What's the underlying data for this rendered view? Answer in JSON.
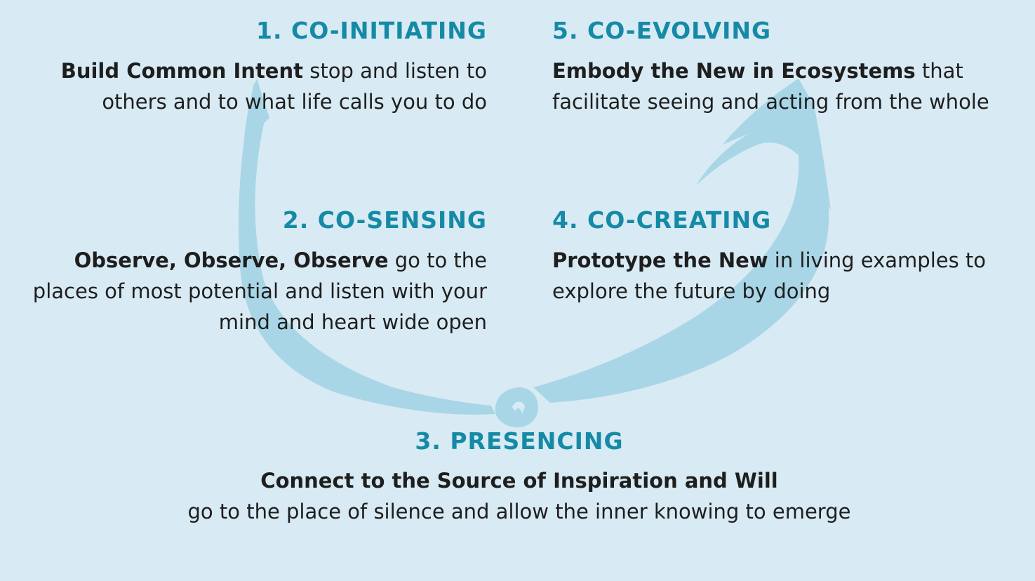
{
  "colors": {
    "background": "#d8eaf3",
    "heading": "#158aa6",
    "body_text": "#1e1e1e",
    "arrow": "#a9d6e6"
  },
  "stages": {
    "co_initiating": {
      "heading": "1. CO-INITIATING",
      "bold": "Build Common Intent",
      "text": " stop and listen to others and to what life calls you to do"
    },
    "co_sensing": {
      "heading": "2. CO-SENSING",
      "bold": "Observe, Observe, Observe",
      "text": " go to the places of most potential and listen with your mind and heart wide open"
    },
    "presencing": {
      "heading": "3. PRESENCING",
      "bold": "Connect to the Source of Inspiration and Will",
      "text": "go to the place of silence and allow the inner knowing to emerge"
    },
    "co_creating": {
      "heading": "4. CO-CREATING",
      "bold": "Prototype the New",
      "text": " in living examples to explore the future by doing"
    },
    "co_evolving": {
      "heading": "5. CO-EVOLVING",
      "bold": "Embody the New in Ecosystems",
      "text": " that facilitate seeing and acting from the whole"
    }
  },
  "arrow_icon": "u-shaped-arrow-icon"
}
